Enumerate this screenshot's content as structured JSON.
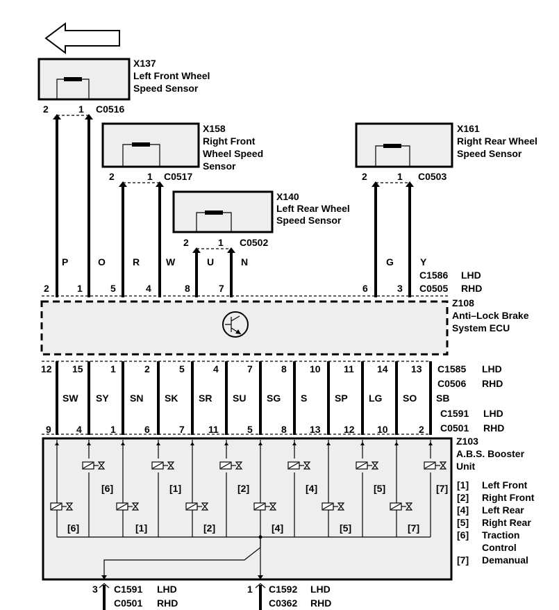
{
  "sensors": [
    {
      "id": "X137",
      "name_line1": "Left Front Wheel",
      "name_line2": "Speed Sensor",
      "name_line3": "",
      "connector": "C0516",
      "pin_a": "2",
      "pin_b": "1"
    },
    {
      "id": "X158",
      "name_line1": "Right Front",
      "name_line2": "Wheel Speed",
      "name_line3": "Sensor",
      "connector": "C0517",
      "pin_a": "2",
      "pin_b": "1"
    },
    {
      "id": "X140",
      "name_line1": "Left Rear Wheel",
      "name_line2": "Speed Sensor",
      "name_line3": "",
      "connector": "C0502",
      "pin_a": "2",
      "pin_b": "1"
    },
    {
      "id": "X161",
      "name_line1": "Right Rear Wheel",
      "name_line2": "Speed Sensor",
      "name_line3": "",
      "connector": "C0503",
      "pin_a": "2",
      "pin_b": "1"
    }
  ],
  "top_wires": {
    "colors": [
      "P",
      "O",
      "R",
      "W",
      "U",
      "N",
      "G",
      "Y"
    ],
    "pins": [
      "2",
      "1",
      "5",
      "4",
      "8",
      "7",
      "6",
      "3"
    ],
    "conn_lhd": "C1586",
    "conn_rhd": "C0505",
    "lhd": "LHD",
    "rhd": "RHD"
  },
  "ecu": {
    "id": "Z108",
    "line1": "Anti–Lock Brake",
    "line2": "System ECU"
  },
  "mid_wires": {
    "top_pins": [
      "12",
      "15",
      "1",
      "2",
      "5",
      "4",
      "7",
      "8",
      "10",
      "11",
      "14",
      "13"
    ],
    "colors": [
      "SW",
      "SY",
      "SN",
      "SK",
      "SR",
      "SU",
      "SG",
      "S",
      "SP",
      "LG",
      "SO",
      "SB"
    ],
    "bottom_pins": [
      "9",
      "4",
      "1",
      "6",
      "7",
      "11",
      "5",
      "8",
      "13",
      "12",
      "10",
      "2"
    ],
    "conn_top_lhd": "C1585",
    "conn_top_rhd": "C0506",
    "conn_bot_lhd": "C1591",
    "conn_bot_rhd": "C0501",
    "lhd": "LHD",
    "rhd": "RHD"
  },
  "booster": {
    "id": "Z103",
    "line1": "A.B.S. Booster",
    "line2": "Unit",
    "upper_valve_tags": [
      "[6]",
      "[1]",
      "[2]",
      "[4]",
      "[5]",
      "[7]"
    ],
    "lower_valve_tags": [
      "[6]",
      "[1]",
      "[2]",
      "[4]",
      "[5]",
      "[7]"
    ]
  },
  "legend": [
    {
      "key": "[1]",
      "line1": "Left Front",
      "line2": ""
    },
    {
      "key": "[2]",
      "line1": "Right Front",
      "line2": ""
    },
    {
      "key": "[4]",
      "line1": "Left Rear",
      "line2": ""
    },
    {
      "key": "[5]",
      "line1": "Right Rear",
      "line2": ""
    },
    {
      "key": "[6]",
      "line1": "Traction",
      "line2": "Control"
    },
    {
      "key": "[7]",
      "line1": "Demanual",
      "line2": ""
    }
  ],
  "ground": [
    {
      "pin": "3",
      "conn_lhd": "C1591",
      "conn_rhd": "C0501",
      "lhd": "LHD",
      "rhd": "RHD"
    },
    {
      "pin": "1",
      "conn_lhd": "C1592",
      "conn_rhd": "C0362",
      "lhd": "LHD",
      "rhd": "RHD"
    }
  ]
}
